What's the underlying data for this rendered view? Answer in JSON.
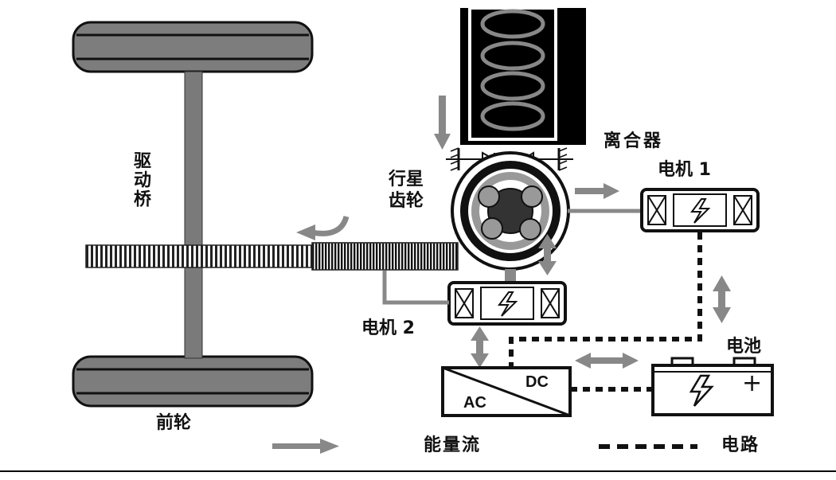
{
  "labels": {
    "engine": "",
    "clutch": "离合器",
    "motor1": "电机 1",
    "planetary_line1": "行星",
    "planetary_line2": "齿轮",
    "drive_axle": "驱动桥",
    "motor2": "电机 2",
    "battery": "电池",
    "converter_dc": "DC",
    "converter_ac": "AC",
    "battery_plus": "+",
    "front_wheel": "前轮"
  },
  "legend": {
    "energy_flow_label": "能量流",
    "circuit_label": "电路"
  },
  "colors": {
    "component_gray": "#8c8c8c",
    "engine_black": "#000000",
    "line_black": "#111111"
  }
}
